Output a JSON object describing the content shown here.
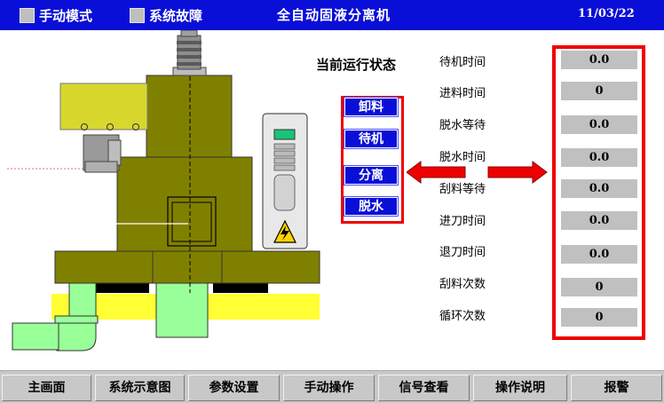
{
  "header": {
    "manual_mode": "手动模式",
    "system_fault": "系统故障",
    "title": "全自动固液分离机",
    "date": "11/03/22"
  },
  "status": {
    "heading": "当前运行状态",
    "states": [
      "卸料",
      "待机",
      "分离",
      "脱水"
    ]
  },
  "params": [
    {
      "label": "待机时间",
      "value": "0.0"
    },
    {
      "label": "进料时间",
      "value": "0"
    },
    {
      "label": "脱水等待",
      "value": "0.0"
    },
    {
      "label": "脱水时间",
      "value": "0.0"
    },
    {
      "label": "刮料等待",
      "value": "0.0"
    },
    {
      "label": "进刀时间",
      "value": "0.0"
    },
    {
      "label": "退刀时间",
      "value": "0.0"
    },
    {
      "label": "刮料次数",
      "value": "0"
    },
    {
      "label": "循环次数",
      "value": "0"
    }
  ],
  "nav": [
    "主画面",
    "系统示意图",
    "参数设置",
    "手动操作",
    "信号查看",
    "操作说明",
    "报警"
  ],
  "colors": {
    "header_bg": "#0a0fd8",
    "status_button": "#0a0fd8",
    "highlight_frame": "#ee0000",
    "machine_body": "#808000",
    "feed_hopper": "#d7d72e",
    "base_plate": "#ffff33",
    "pipes": "#99ff99",
    "value_box": "#c0c0c0"
  },
  "icons": [
    "motor-icon",
    "high-voltage-icon",
    "arrow-left-icon",
    "arrow-right-icon"
  ]
}
